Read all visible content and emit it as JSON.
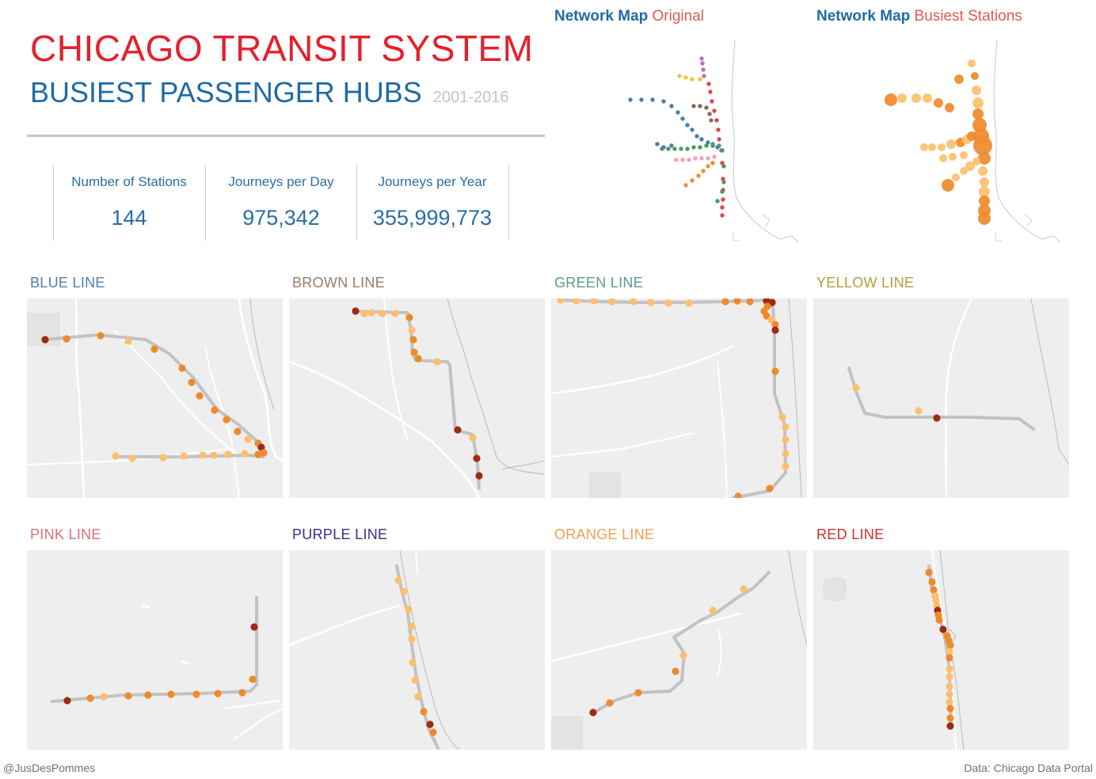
{
  "header": {
    "title": "CHICAGO TRANSIT SYSTEM",
    "subtitle": "BUSIEST PASSENGER HUBS",
    "years": "2001-2016"
  },
  "kpis": [
    {
      "label": "Number of Stations",
      "value": "144"
    },
    {
      "label": "Journeys per Day",
      "value": "975,342"
    },
    {
      "label": "Journeys per Year",
      "value": "355,999,773"
    }
  ],
  "network_maps": {
    "original": {
      "prefix": "Network Map",
      "suffix": "Original"
    },
    "busiest": {
      "prefix": "Network Map",
      "suffix": "Busiest Stations"
    }
  },
  "lines": [
    {
      "label": "BLUE LINE",
      "color": "#4e7fa8"
    },
    {
      "label": "BROWN LINE",
      "color": "#9a7b64"
    },
    {
      "label": "GREEN LINE",
      "color": "#5a9a8e"
    },
    {
      "label": "YELLOW LINE",
      "color": "#b59b3a"
    },
    {
      "label": "PINK LINE",
      "color": "#e06d7a"
    },
    {
      "label": "PURPLE LINE",
      "color": "#3b2a8a"
    },
    {
      "label": "ORANGE LINE",
      "color": "#f0a050"
    },
    {
      "label": "RED LINE",
      "color": "#d22c2c"
    }
  ],
  "colors": {
    "title": "#e3212d",
    "subtitle": "#1f6aa5",
    "station_low": "#fdbf6f",
    "station_mid": "#ef8a2c",
    "station_high": "#9e2a16",
    "route": "#c2c2c2",
    "map_background": "#eeeeee"
  },
  "footer": {
    "credit": "@JusDesPommes",
    "source": "Data: Chicago Data Portal"
  }
}
